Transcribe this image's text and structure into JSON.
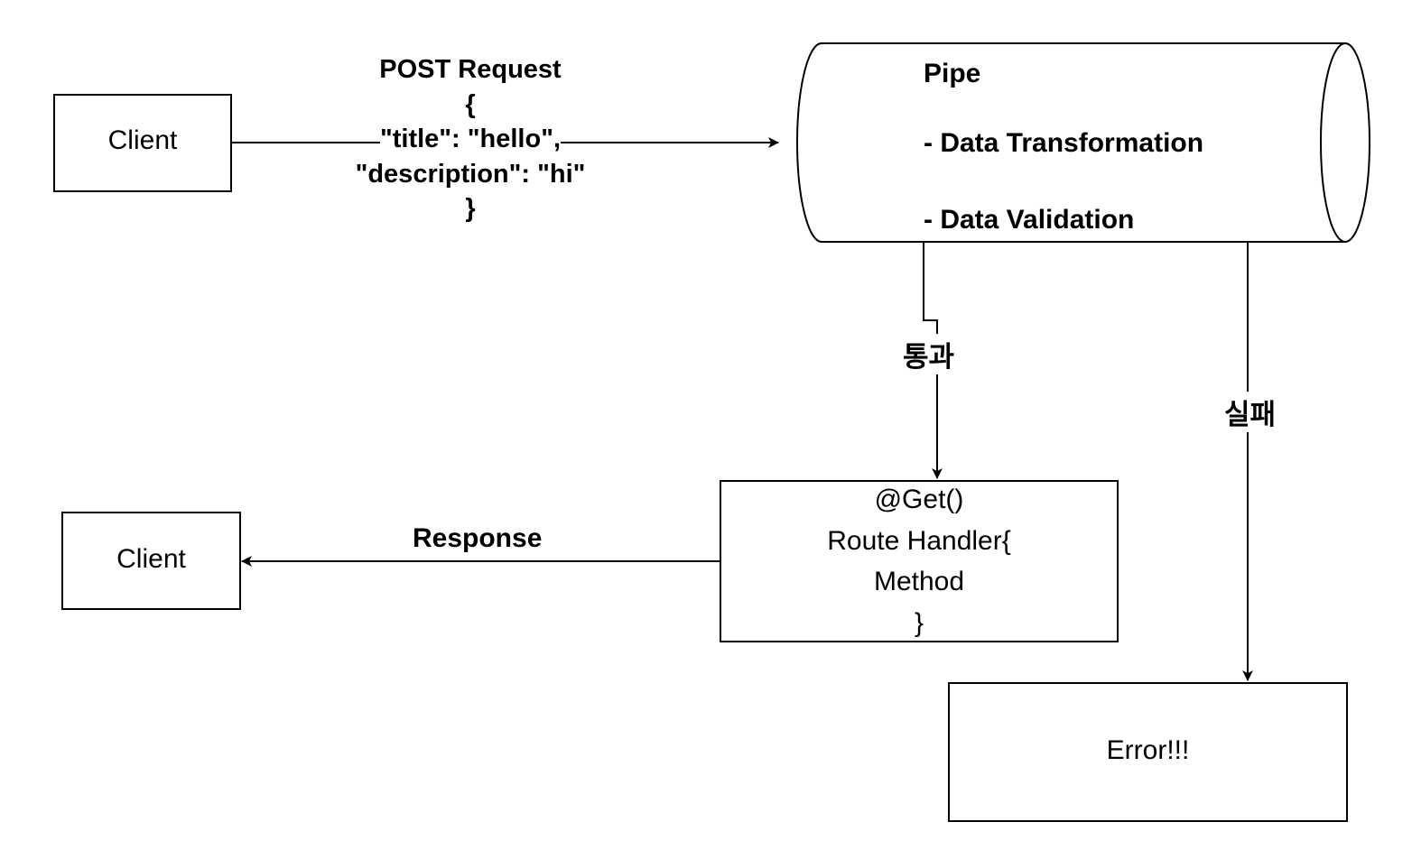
{
  "nodes": {
    "client_top": {
      "label": "Client"
    },
    "pipe": {
      "title": "Pipe",
      "items": [
        "- Data Transformation",
        "- Data Validation"
      ]
    },
    "handler": {
      "lines": [
        "@Get()",
        "Route Handler{",
        "Method",
        "}"
      ]
    },
    "client_bottom": {
      "label": "Client"
    },
    "error": {
      "label": "Error!!!"
    }
  },
  "edges": {
    "request": {
      "lines": [
        "POST Request",
        "{",
        "\"title\": \"hello\",",
        "\"description\": \"hi\"",
        "}"
      ]
    },
    "pass": {
      "label": "통과"
    },
    "fail": {
      "label": "실패"
    },
    "response": {
      "label": "Response"
    }
  }
}
